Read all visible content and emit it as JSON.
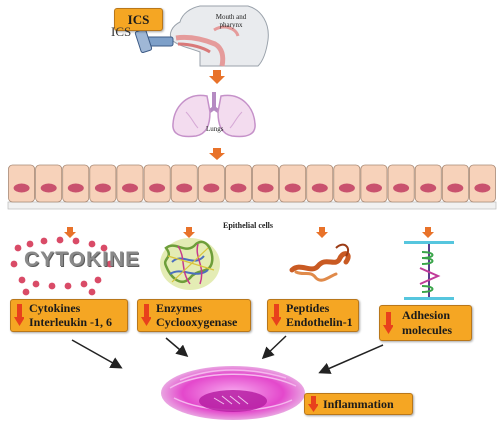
{
  "inhaler": {
    "box_label": "ICS",
    "side_label": "ICS",
    "mouth_label": "Mouth and pharynx"
  },
  "lungs": {
    "label": "Lungs"
  },
  "epithelium": {
    "label": "Epithelial cells"
  },
  "mediators": {
    "cytokine_word": "CYTOKINE",
    "cytokines": {
      "line1": "Cytokines",
      "line2": "Interleukin -1, 6"
    },
    "enzymes": {
      "line1": "Enzymes",
      "line2": "Cyclooxygenase"
    },
    "peptides": {
      "line1": "Peptides",
      "line2": "Endothelin-1"
    },
    "adhesion": {
      "line1": "Adhesion",
      "line2": "molecules"
    }
  },
  "outcome": {
    "label": "Inflammation"
  },
  "colors": {
    "box_fill": "#f5a623",
    "arrow_orange": "#e8722a",
    "down_arrow_red": "#e8401c",
    "cell_fill": "#f7d2ba",
    "nucleus": "#c9526e",
    "inflammation_magenta": "#e23ec9"
  }
}
